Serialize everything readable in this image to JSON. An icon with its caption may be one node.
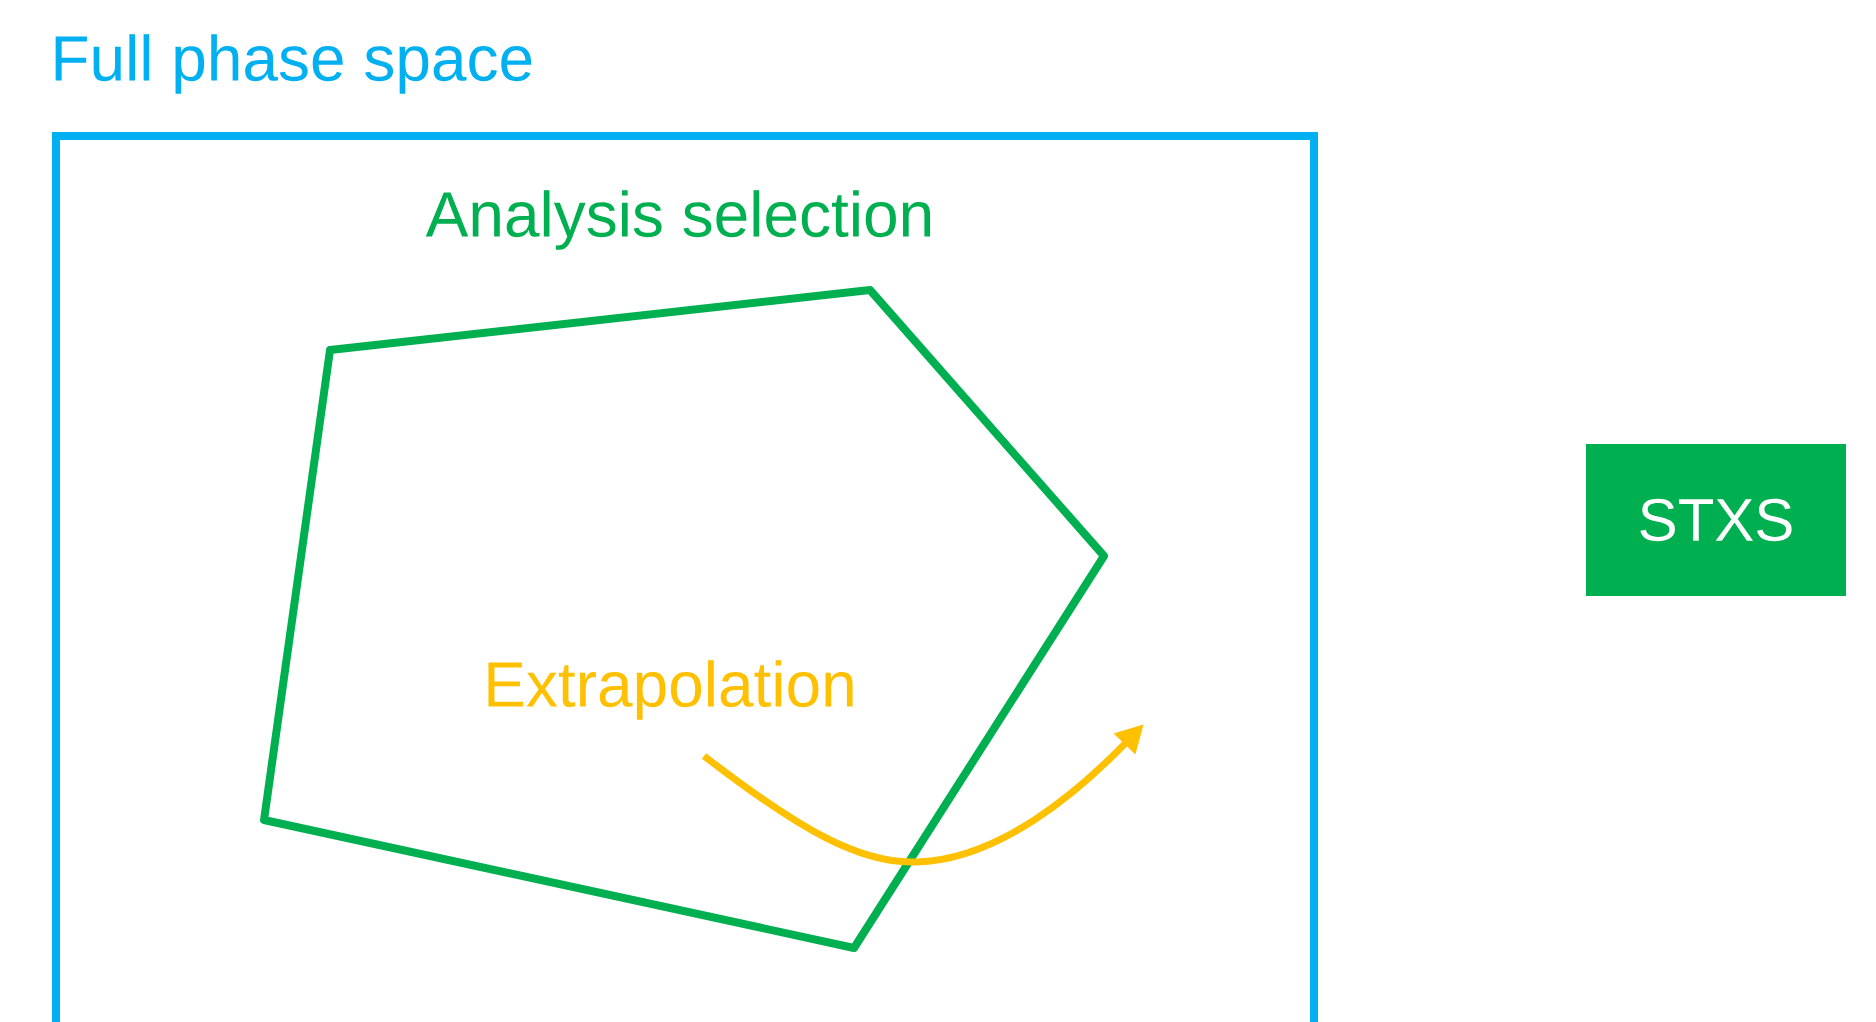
{
  "diagram": {
    "nodes": [
      {
        "text": [
          "Full phase space"
        ]
      },
      {
        "text": [
          "Analysis selection"
        ],
        "in": 0
      },
      {
        "text": [
          "STXS"
        ]
      }
    ],
    "labels": [
      "Extrapolation"
    ]
  }
}
